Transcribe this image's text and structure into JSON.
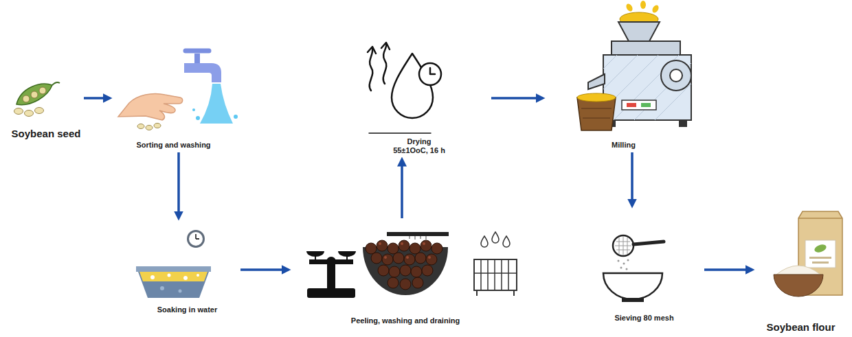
{
  "diagram": {
    "nodes": [
      {
        "text": [
          "Soybean seed"
        ]
      },
      {
        "text": [
          "Sorting and washing"
        ]
      },
      {
        "text": [
          "Soaking in water"
        ]
      },
      {
        "text": [
          "Peeling, washing and draining"
        ]
      },
      {
        "text": [
          "Drying",
          "55±1OoC, 16 h"
        ]
      },
      {
        "text": [
          "Milling"
        ]
      },
      {
        "text": [
          "Sieving 80 mesh"
        ]
      },
      {
        "text": [
          "Soybean flour"
        ]
      }
    ],
    "edges": [
      {
        "from": 0,
        "to": 1,
        "arrow": "to"
      },
      {
        "from": 1,
        "to": 2,
        "arrow": "to"
      },
      {
        "from": 2,
        "to": 3,
        "arrow": "to"
      },
      {
        "from": 3,
        "to": 4,
        "arrow": "to"
      },
      {
        "from": 4,
        "to": 5,
        "arrow": "to"
      },
      {
        "from": 5,
        "to": 6,
        "arrow": "to"
      },
      {
        "from": 6,
        "to": 7,
        "arrow": "to"
      }
    ]
  }
}
